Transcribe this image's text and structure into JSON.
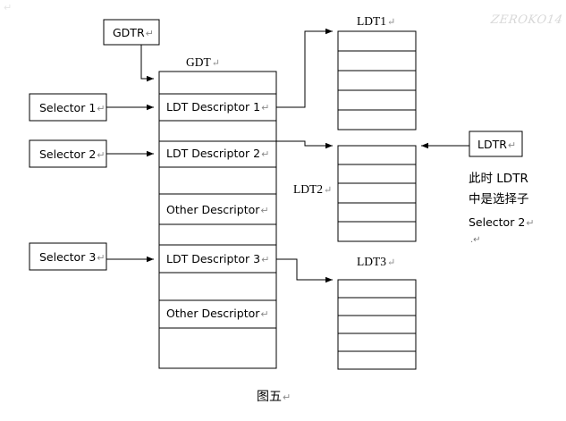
{
  "figure": {
    "caption": "图五",
    "caption_pilcrow": "↵",
    "watermark": "ZEROKO14",
    "corner_mark": "↵"
  },
  "registers": {
    "gdtr": {
      "label": "GDTR",
      "pilcrow": "↵"
    },
    "ldtr": {
      "label": "LDTR",
      "pilcrow": "↵"
    }
  },
  "selectors": [
    {
      "label": "Selector 1",
      "pilcrow": "↵"
    },
    {
      "label": "Selector 2",
      "pilcrow": "↵"
    },
    {
      "label": "Selector 3",
      "pilcrow": "↵"
    }
  ],
  "gdt": {
    "title": "GDT",
    "title_pilcrow": "↵",
    "rows": [
      {
        "label": "",
        "pilcrow": ""
      },
      {
        "label": "LDT Descriptor 1",
        "pilcrow": "↵"
      },
      {
        "label": "",
        "pilcrow": ""
      },
      {
        "label": "LDT Descriptor 2",
        "pilcrow": "↵"
      },
      {
        "label": "",
        "pilcrow": ""
      },
      {
        "label": "Other Descriptor",
        "pilcrow": "↵"
      },
      {
        "label": "",
        "pilcrow": ""
      },
      {
        "label": "LDT Descriptor 3",
        "pilcrow": "↵"
      },
      {
        "label": "",
        "pilcrow": ""
      },
      {
        "label": "Other Descriptor",
        "pilcrow": "↵"
      },
      {
        "label": "",
        "pilcrow": ""
      }
    ]
  },
  "ldts": [
    {
      "title": "LDT1",
      "pilcrow": "↵",
      "row_count": 5
    },
    {
      "title": "LDT2",
      "pilcrow": "↵",
      "row_count": 5
    },
    {
      "title": "LDT3",
      "pilcrow": "↵",
      "row_count": 5
    }
  ],
  "annotation": {
    "line1": "此时 LDTR",
    "line2": "中是选择子",
    "line3": "Selector 2",
    "line3_pilcrow": "↵",
    "line4": ".↵"
  },
  "colors": {
    "stroke": "#000000",
    "background": "#ffffff",
    "pilcrow": "#8a8a8a",
    "watermark": "#d8d8d8"
  }
}
